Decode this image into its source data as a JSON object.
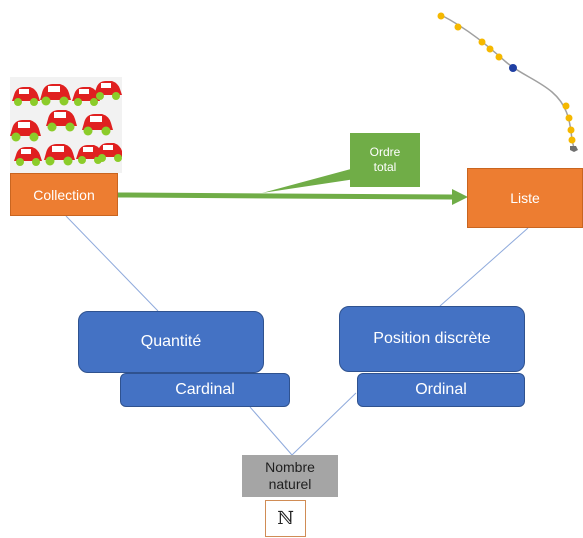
{
  "colors": {
    "orange": "#ed7d31",
    "green": "#70ad47",
    "blue": "#4472c4",
    "gray": "#a5a5a5",
    "connector": "#8faadc",
    "dot_yellow": "#f5b800",
    "dot_blue": "#1f3fa3",
    "car_red": "#e02020",
    "car_wheel": "#8ccc2a"
  },
  "collection": {
    "label": "Collection"
  },
  "liste": {
    "label": "Liste"
  },
  "ordre_total": {
    "line1": "Ordre",
    "line2": "total"
  },
  "quantite": {
    "label": "Quantité"
  },
  "cardinal": {
    "label": "Cardinal"
  },
  "position_discrete": {
    "label": "Position discrète"
  },
  "ordinal": {
    "label": "Ordinal"
  },
  "nombre_naturel": {
    "line1": "Nombre",
    "line2": "naturel"
  },
  "naturals_symbol": {
    "label": "ℕ"
  },
  "icons": {
    "cars_image": "toy-cars-collection-icon",
    "list_image": "ordered-beads-on-string-icon"
  }
}
